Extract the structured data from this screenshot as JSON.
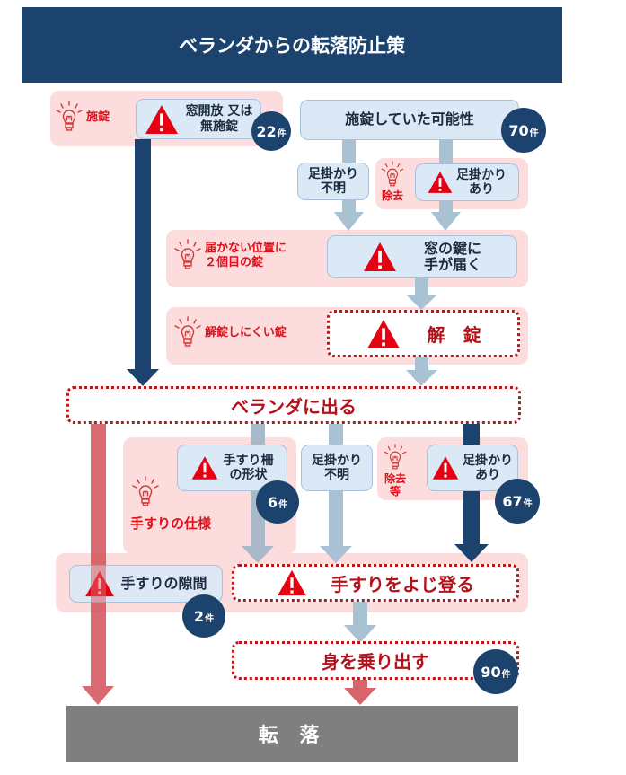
{
  "title": "ベランダからの転落防止策",
  "colors": {
    "navy": "#1b436e",
    "light_blue_box": "#dbe8f5",
    "pink_bg": "#fcdcdc",
    "warning_red": "#e60012",
    "dotted_red": "#b51a1a",
    "grey_arrow": "#a9c2d3",
    "red_arrow": "#d9636a",
    "fall_grey": "#7f7f7f"
  },
  "nodes": {
    "window_unlocked": {
      "label": "窓開放 又は\n無施錠",
      "count": "22",
      "unit": "件",
      "tip": "施錠"
    },
    "possibly_locked": {
      "label": "施錠していた可能性",
      "count": "70",
      "unit": "件"
    },
    "foothold_unknown_1": {
      "label": "足掛かり\n不明"
    },
    "foothold_present_1": {
      "label": "足掛かり\nあり",
      "tip": "除去"
    },
    "reach_lock": {
      "label": "窓の鍵に\n手が届く",
      "tip": "届かない位置に\n２個目の錠"
    },
    "unlock": {
      "label": "解　錠",
      "tip": "解錠しにくい錠"
    },
    "go_to_veranda": {
      "label": "ベランダに出る"
    },
    "railing_shape": {
      "label": "手すり柵\nの形状",
      "count": "6",
      "unit": "件"
    },
    "railing_spec_tip": {
      "tip": "手すりの仕様"
    },
    "foothold_unknown_2": {
      "label": "足掛かり\n不明"
    },
    "foothold_present_2": {
      "label": "足掛かり\nあり",
      "count": "67",
      "unit": "件",
      "tip": "除去\n等"
    },
    "railing_gap": {
      "label": "手すりの隙間",
      "count": "2",
      "unit": "件"
    },
    "climb_railing": {
      "label": "手すりをよじ登る"
    },
    "lean_out": {
      "label": "身を乗り出す",
      "count": "90",
      "unit": "件"
    },
    "fall": {
      "label": "転 落"
    }
  },
  "icons": {
    "tip": "lightbulb-icon",
    "hazard": "warning-triangle-icon"
  }
}
